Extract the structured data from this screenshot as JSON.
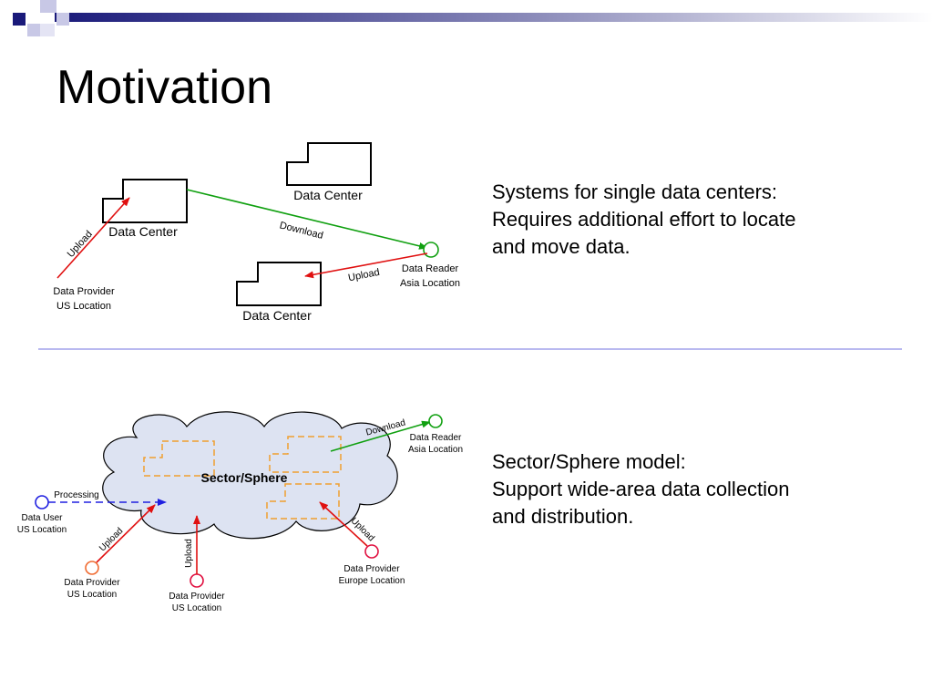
{
  "slide": {
    "title": "Motivation",
    "section1": {
      "lines": [
        "Systems for single data centers:",
        "Requires additional effort to locate",
        "and move data."
      ]
    },
    "section2": {
      "lines": [
        "Sector/Sphere model:",
        "Support wide-area data collection",
        "and distribution."
      ]
    }
  },
  "diagram_top": {
    "data_center_label": "Data Center",
    "upload_label": "Upload",
    "download_label": "Download",
    "reader_line1": "Data Reader",
    "reader_line2": "Asia Location",
    "provider_line1": "Data Provider",
    "provider_line2": "US Location"
  },
  "diagram_bottom": {
    "cloud_label": "Sector/Sphere",
    "download_label": "Download",
    "upload_label": "Upload",
    "processing_label": "Processing",
    "reader_line1": "Data Reader",
    "reader_line2": "Asia Location",
    "user_line1": "Data User",
    "user_line2": "US Location",
    "provider_us_line1": "Data Provider",
    "provider_us_line2": "US Location",
    "provider_eu_line1": "Data Provider",
    "provider_eu_line2": "Europe Location"
  },
  "colors": {
    "upload_arrow": "#e01010",
    "download_arrow": "#10a010",
    "processing_arrow": "#2020e0",
    "cloud_fill": "#dde3f2",
    "dashed_box": "#f0a030",
    "divider": "#b9b9f0",
    "title_bar_dark": "#1a1a7a"
  }
}
